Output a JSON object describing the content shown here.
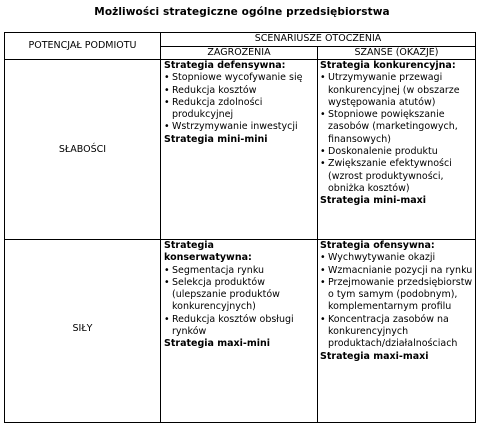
{
  "title": "Możliwości strategiczne ogólne przedsiębiorstwa",
  "header": {
    "potential": "POTENCJAŁ PODMIOTU",
    "scenarios": "SCENARIUSZE OTOCZENIA",
    "threats": "ZAGROŻENIA",
    "opportunities": "SZANSE (OKAZJE)"
  },
  "rows": {
    "weaknesses": "SŁABOŚCI",
    "strengths": "SIŁY"
  },
  "cells": {
    "defensive": {
      "head": "Strategia defensywna:",
      "items": [
        "Stopniowe wycofywanie się",
        "Redukcja kosztów",
        "Redukcja zdolności produkcyjnej",
        " Wstrzymywanie inwestycji"
      ],
      "foot": "Strategia mini-mini"
    },
    "competitive": {
      "head": "Strategia konkurencyjna:",
      "items": [
        "Utrzymywanie przewagi konkurencyjnej (w obszarze występowania atutów)",
        "Stopniowe powiększanie zasobów (marketingowych, finansowych)",
        "Doskonalenie produktu",
        "Zwiększanie efektywności (wzrost produktywności, obniżka kosztów)"
      ],
      "foot": "Strategia mini-maxi"
    },
    "conservative": {
      "head": "Strategia konserwatywna:",
      "items": [
        "Segmentacja rynku",
        "Selekcja produktów (ulepszanie produktów konkurencyjnych)",
        "Redukcja kosztów obsługi rynków"
      ],
      "foot": "Strategia maxi-mini"
    },
    "offensive": {
      "head": "Strategia ofensywna:",
      "items": [
        "Wychwytywanie okazji",
        "Wzmacnianie pozycji na rynku",
        "Przejmowanie przedsiębiorstw o tym samym (podobnym), komplementarnym profilu",
        "Koncentracja zasobów na konkurencyjnych produktach/działalnościach"
      ],
      "foot": "Strategia maxi-maxi"
    }
  }
}
